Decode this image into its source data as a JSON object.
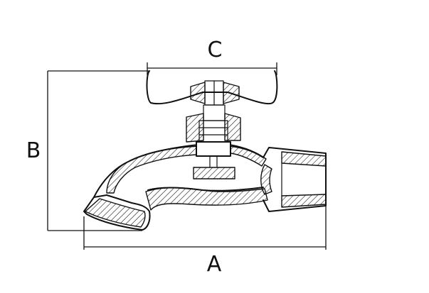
{
  "diagram": {
    "labels": {
      "dim_a": "A",
      "dim_b": "B",
      "dim_c": "C"
    },
    "colors": {
      "ink": "#111111",
      "background": "#ffffff"
    }
  }
}
